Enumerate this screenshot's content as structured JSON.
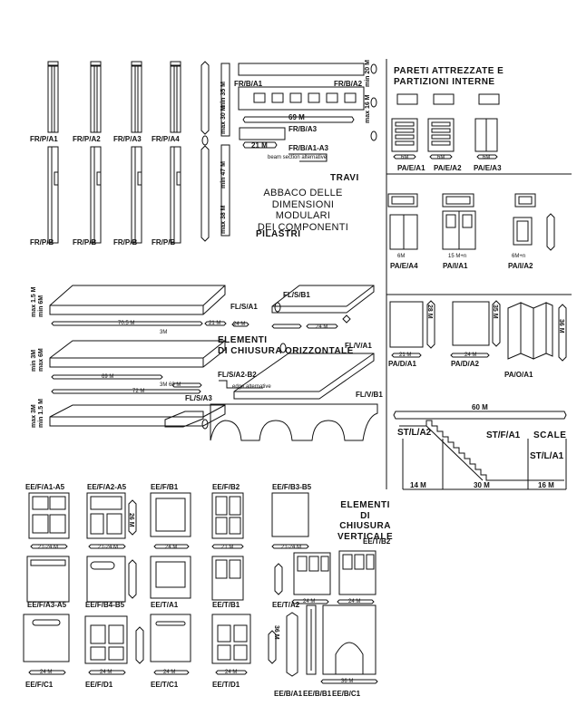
{
  "headings": {
    "pareti": "PARETI ATTREZZATE E\nPARTIZIONI INTERNE",
    "abbaco": "ABBACO DELLE\nDIMENSIONI\nMODULARI\nDEI COMPONENTI",
    "pilastri": "PILASTRI",
    "travi": "TRAVI",
    "orizzontale": "ELEMENTI\nDI CHIUSURA ORIZZONTALE",
    "verticale": "ELEMENTI\nDI\nCHIUSURA\nVERTICALE",
    "scale": "SCALE"
  },
  "pilastri": {
    "labels": [
      "FR/P/A1",
      "FR/P/A2",
      "FR/P/A3",
      "FR/P/A4",
      "FR/P/B",
      "FR/P/B",
      "FR/P/B",
      "FR/P/B"
    ],
    "dims": [
      "min 35 M",
      "max 30 M",
      "min 47 M",
      "max 38 M"
    ]
  },
  "travi": {
    "labels": [
      "FR/B/A1",
      "FR/B/A2",
      "FR/B/A3",
      "FR/B/A1-A3"
    ],
    "dims": [
      "69 M",
      "21 M",
      "min 20 M",
      "max 16 M"
    ],
    "note": "beam section alternative"
  },
  "pareti": {
    "labels": [
      "PA/E/A1",
      "PA/E/A2",
      "PA/E/A3",
      "PA/E/A4",
      "PA/I/A1",
      "PA/I/A2",
      "PA/D/A1",
      "PA/D/A2",
      "PA/O/A1"
    ],
    "dims": [
      "6M",
      "6M",
      "6M",
      "6M",
      "15 M+n",
      "6M+n",
      "28 M",
      "21 M",
      "24 M",
      "35 M",
      "36 M"
    ]
  },
  "orizzontale": {
    "labels": [
      "FL/S/A1",
      "FL/S/B1",
      "FL/V/A1",
      "FL/S/A2-B2",
      "FL/S/A3",
      "FL/V/B1"
    ],
    "dims": [
      "70.5 M",
      "21 M",
      "3M",
      "24 M",
      "24 M",
      "69 M",
      "72 M",
      "3M 69 M",
      "max 1.5 M",
      "min 3M",
      "min 6M",
      "max 6M",
      "max 3M",
      "min 1.5 M"
    ],
    "note": "edge alternative"
  },
  "scale_section": {
    "labels": [
      "ST/L/A2",
      "ST/F/A1",
      "ST/L/A1"
    ],
    "dims": [
      "60 M",
      "14 M",
      "30 M",
      "16 M"
    ]
  },
  "verticale": {
    "labels": [
      "EE/F/A1-A5",
      "EE/F/A2-A5",
      "EE/F/B1",
      "EE/F/B2",
      "EE/F/B3-B5",
      "EE/F/A3-A5",
      "EE/F/B4-B5",
      "EE/T/A1",
      "EE/T/B1",
      "EE/T/A2",
      "EE/T/B2",
      "EE/F/C1",
      "EE/F/D1",
      "EE/T/C1",
      "EE/T/D1",
      "EE/B/A1",
      "EE/B/B1",
      "EE/B/C1"
    ],
    "dims": [
      "21-24 M",
      "21-24 M",
      "24 M",
      "21 M",
      "21-24 M",
      "26 M",
      "24 M",
      "24 M",
      "24 M",
      "24 M",
      "24 M",
      "24 M",
      "36 M",
      "36 M"
    ]
  },
  "colors": {
    "ink": "#111111",
    "paper": "#ffffff",
    "shade": "#d9d9d9"
  }
}
